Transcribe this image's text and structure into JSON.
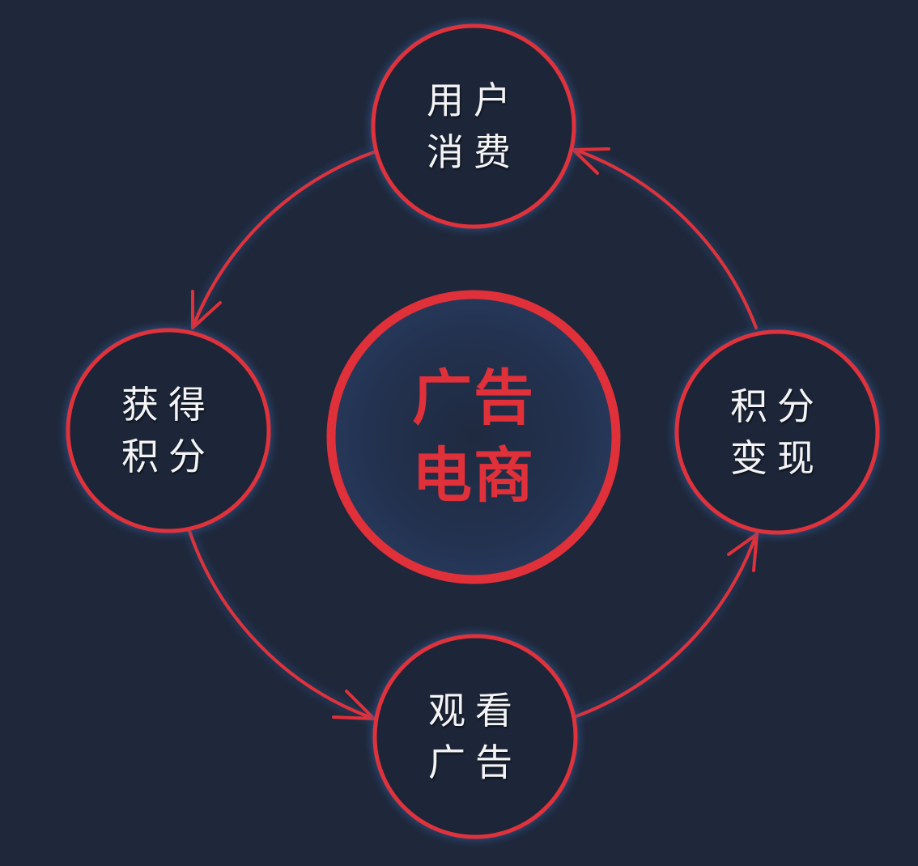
{
  "diagram": {
    "type": "cycle",
    "center": {
      "line1": "广告",
      "line2": "电商"
    },
    "nodes": [
      {
        "id": "top",
        "line1": "用户",
        "line2": "消费"
      },
      {
        "id": "left",
        "line1": "获得",
        "line2": "积分"
      },
      {
        "id": "bottom",
        "line1": "观看",
        "line2": "广告"
      },
      {
        "id": "right",
        "line1": "积分",
        "line2": "变现"
      }
    ],
    "flow": [
      {
        "from": "用户消费",
        "to": "获得积分"
      },
      {
        "from": "获得积分",
        "to": "观看广告"
      },
      {
        "from": "观看广告",
        "to": "积分变现"
      },
      {
        "from": "积分变现",
        "to": "用户消费"
      }
    ],
    "colors": {
      "background": "#1f273a",
      "accent_red": "#e0303a",
      "node_fill": "#1e2538",
      "center_fill": "#243454",
      "glow": "#2f5a95",
      "text_light": "#f4f4f6"
    }
  }
}
